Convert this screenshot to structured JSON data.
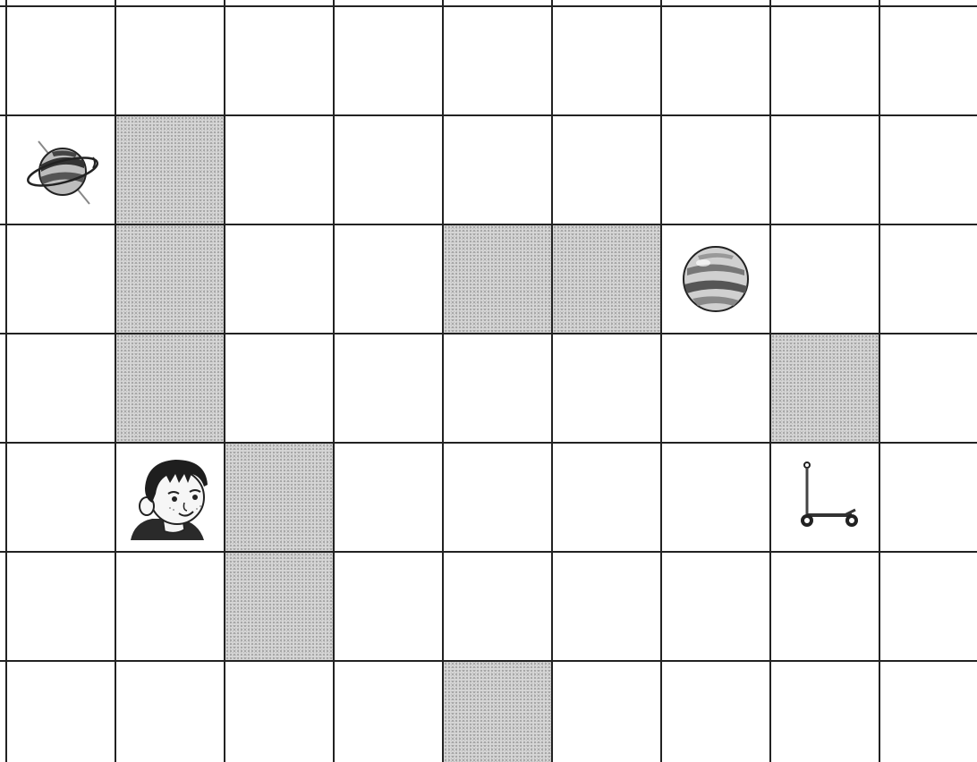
{
  "grid": {
    "rows": 7,
    "cols": 9,
    "shaded_cells": [
      [
        1,
        1
      ],
      [
        2,
        1
      ],
      [
        3,
        1
      ],
      [
        2,
        4
      ],
      [
        2,
        5
      ],
      [
        3,
        7
      ],
      [
        4,
        2
      ],
      [
        5,
        2
      ],
      [
        6,
        4
      ]
    ],
    "tokens": [
      {
        "row": 1,
        "col": 0,
        "icon": "ringed-planet-icon"
      },
      {
        "row": 2,
        "col": 6,
        "icon": "striped-ball-icon"
      },
      {
        "row": 4,
        "col": 1,
        "icon": "girl-face-icon"
      },
      {
        "row": 4,
        "col": 7,
        "icon": "kick-scooter-icon"
      }
    ],
    "colors": {
      "line": "#222222",
      "shade": "#d6d6d6",
      "background": "#ffffff"
    }
  }
}
